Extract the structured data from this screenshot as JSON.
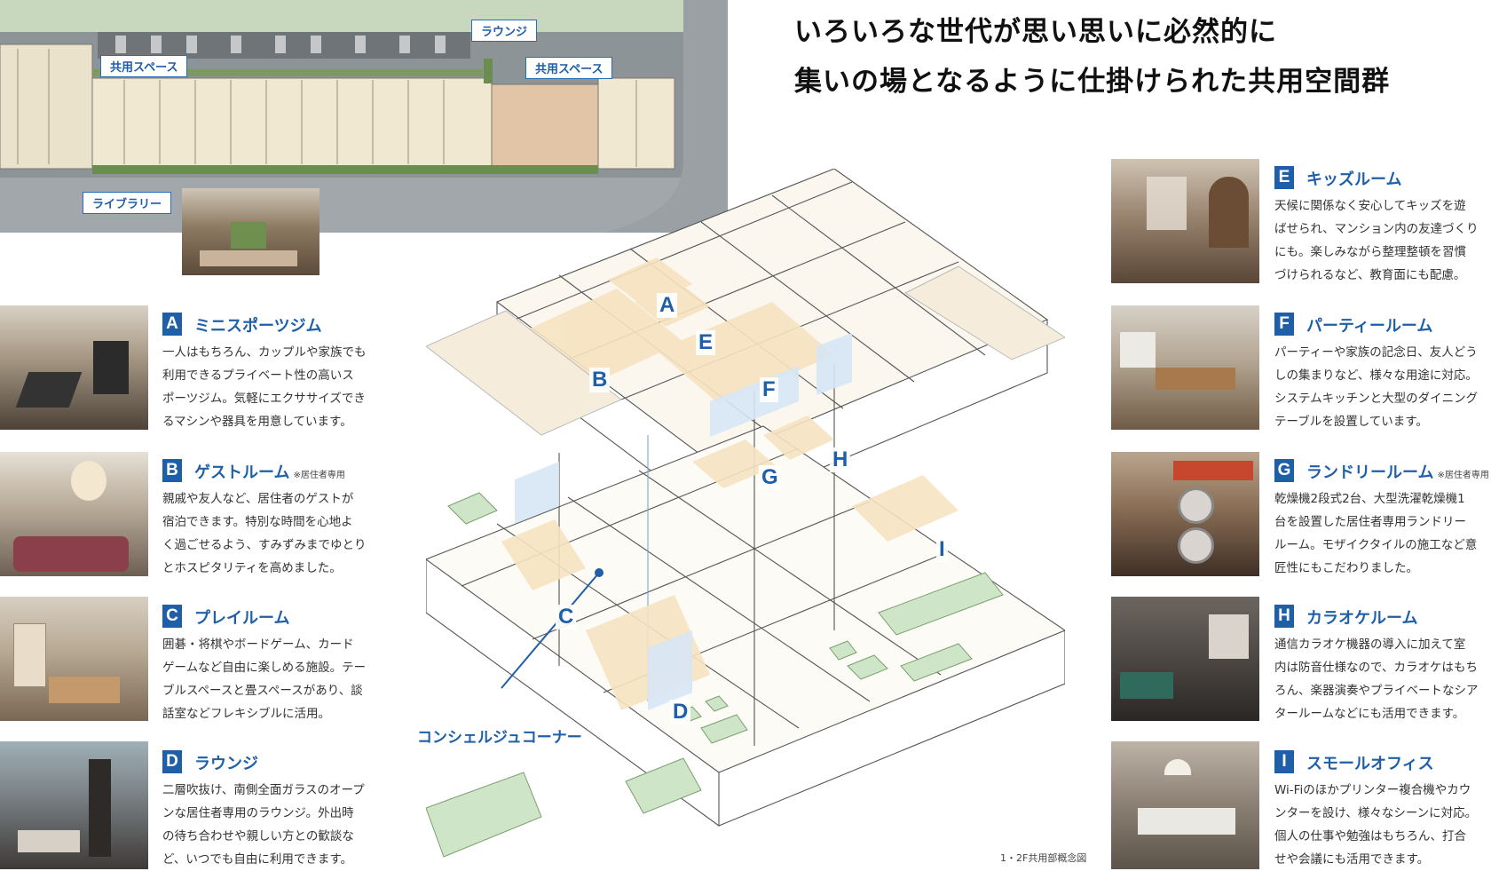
{
  "headline": {
    "line1": "いろいろな世代が思い思いに必然的に",
    "line2": "集いの場となるように仕掛けられた共用空間群"
  },
  "siteplan_labels": {
    "lounge": "ラウンジ",
    "common_space_left": "共用スペース",
    "common_space_right": "共用スペース",
    "library": "ライブラリー"
  },
  "rooms": [
    {
      "letter": "A",
      "title": "ミニスポーツジム",
      "note": "",
      "body": [
        "一人はもちろん、カップルや家族でも",
        "利用できるプライベート性の高いス",
        "ポーツジム。気軽にエクササイズでき",
        "るマシンや器具を用意しています。"
      ]
    },
    {
      "letter": "B",
      "title": "ゲストルーム",
      "note": "※居住者専用",
      "body": [
        "親戚や友人など、居住者のゲストが",
        "宿泊できます。特別な時間を心地よ",
        "く過ごせるよう、すみずみまでゆとり",
        "とホスピタリティを高めました。"
      ]
    },
    {
      "letter": "C",
      "title": "プレイルーム",
      "note": "",
      "body": [
        "囲碁・将棋やボードゲーム、カード",
        "ゲームなど自由に楽しめる施設。テー",
        "ブルスペースと畳スペースがあり、談",
        "話室などフレキシブルに活用。"
      ]
    },
    {
      "letter": "D",
      "title": "ラウンジ",
      "note": "",
      "body": [
        "二層吹抜け、南側全面ガラスのオープ",
        "ンな居住者専用のラウンジ。外出時",
        "の待ち合わせや親しい方との歓談な",
        "ど、いつでも自由に利用できます。"
      ]
    },
    {
      "letter": "E",
      "title": "キッズルーム",
      "note": "",
      "body": [
        "天候に関係なく安心してキッズを遊",
        "ばせられ、マンション内の友達づくり",
        "にも。楽しみながら整理整頓を習慣",
        "づけられるなど、教育面にも配慮。"
      ]
    },
    {
      "letter": "F",
      "title": "パーティールーム",
      "note": "",
      "body": [
        "パーティーや家族の記念日、友人どう",
        "しの集まりなど、様々な用途に対応。",
        "システムキッチンと大型のダイニング",
        "テーブルを設置しています。"
      ]
    },
    {
      "letter": "G",
      "title": "ランドリールーム",
      "note": "※居住者専用",
      "body": [
        "乾燥機2段式2台、大型洗濯乾燥機1",
        "台を設置した居住者専用ランドリー",
        "ルーム。モザイクタイルの施工など意",
        "匠性にもこだわりました。"
      ]
    },
    {
      "letter": "H",
      "title": "カラオケルーム",
      "note": "",
      "body": [
        "通信カラオケ機器の導入に加えて室",
        "内は防音仕様なので、カラオケはもち",
        "ろん、楽器演奏やプライベートなシア",
        "タールームなどにも活用できます。"
      ]
    },
    {
      "letter": "I",
      "title": "スモールオフィス",
      "note": "",
      "body": [
        "Wi-Fiのほかプリンター複合機やカウ",
        "ンターを設け、様々なシーンに対応。",
        "個人の仕事や勉強はもちろん、打合",
        "せや会議にも活用できます。"
      ]
    }
  ],
  "diagram": {
    "concierge_label": "コンシェルジュコーナー",
    "caption": "1・2F共用部概念図",
    "tags": [
      "A",
      "E",
      "B",
      "F",
      "G",
      "H",
      "C",
      "I",
      "D"
    ]
  }
}
